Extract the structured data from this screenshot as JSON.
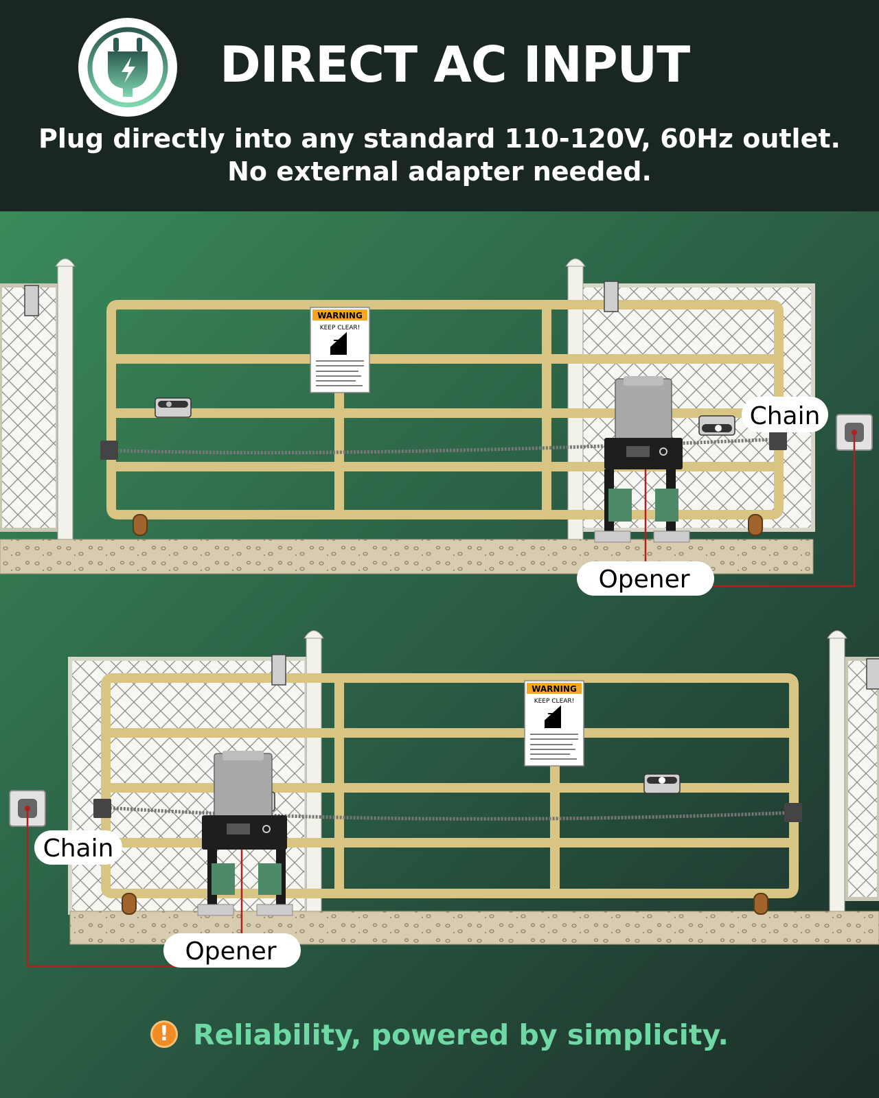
{
  "header": {
    "title": "DIRECT AC INPUT",
    "subtitle_line1": "Plug directly into any standard 110-120V, 60Hz outlet.",
    "subtitle_line2": "No external adapter needed.",
    "logo_icon": "plug-lightning-icon"
  },
  "diagram_top": {
    "chain_label": "Chain",
    "opener_label": "Opener",
    "sign": {
      "heading": "WARNING",
      "subheading": "KEEP CLEAR!"
    }
  },
  "diagram_bottom": {
    "chain_label": "Chain",
    "opener_label": "Opener",
    "sign": {
      "heading": "WARNING",
      "subheading": "KEEP CLEAR!"
    }
  },
  "footer": {
    "tagline": "Reliability, powered by simplicity.",
    "warn_icon": "exclamation-icon",
    "warn_glyph": "!"
  },
  "colors": {
    "header_bg": "#1a2624",
    "gate": "#d8c584",
    "tagline": "#6fd9a6",
    "wire": "#b02020",
    "accent_icon": "#5fc496"
  }
}
